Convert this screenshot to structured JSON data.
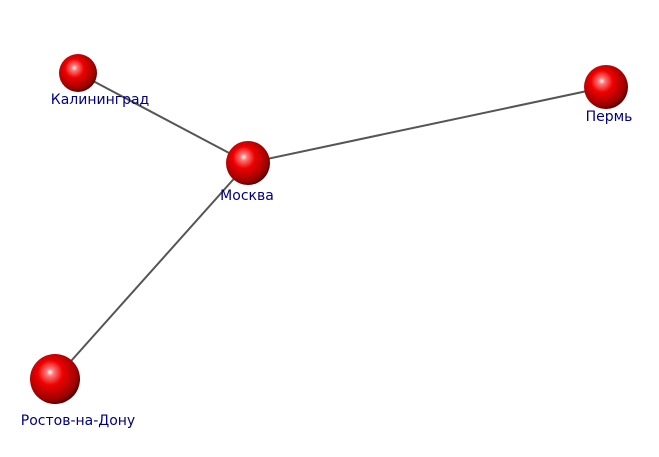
{
  "graph": {
    "node_color": "#e00000",
    "edge_color": "#555555",
    "label_color": "#000080",
    "nodes": [
      {
        "id": "kaliningrad",
        "label": "Калининград"
      },
      {
        "id": "moscow",
        "label": "Москва"
      },
      {
        "id": "perm",
        "label": "Пермь"
      },
      {
        "id": "rostov",
        "label": "Ростов-на-Дону"
      }
    ],
    "edges": [
      {
        "from": "moscow",
        "to": "kaliningrad"
      },
      {
        "from": "moscow",
        "to": "perm"
      },
      {
        "from": "moscow",
        "to": "rostov"
      }
    ]
  }
}
